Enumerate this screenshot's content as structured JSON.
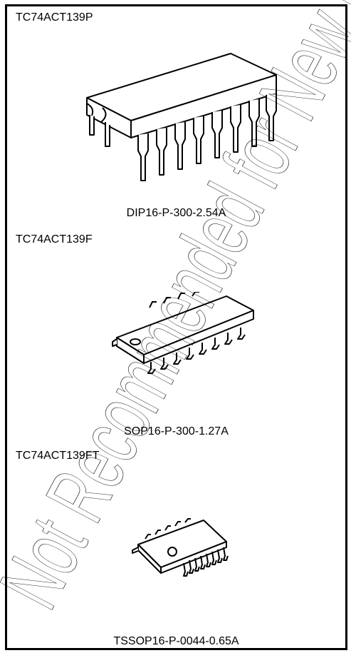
{
  "packages": [
    {
      "part_number": "TC74ACT139P",
      "package_code": "DIP16-P-300-2.54A"
    },
    {
      "part_number": "TC74ACT139F",
      "package_code": "SOP16-P-300-1.27A"
    },
    {
      "part_number": "TC74ACT139FT",
      "package_code": "TSSOP16-P-0044-0.65A"
    }
  ],
  "watermark": {
    "text": "Not Recommended for New Design"
  },
  "colors": {
    "border": "#000000",
    "background": "#ffffff",
    "watermark": "#000000"
  }
}
